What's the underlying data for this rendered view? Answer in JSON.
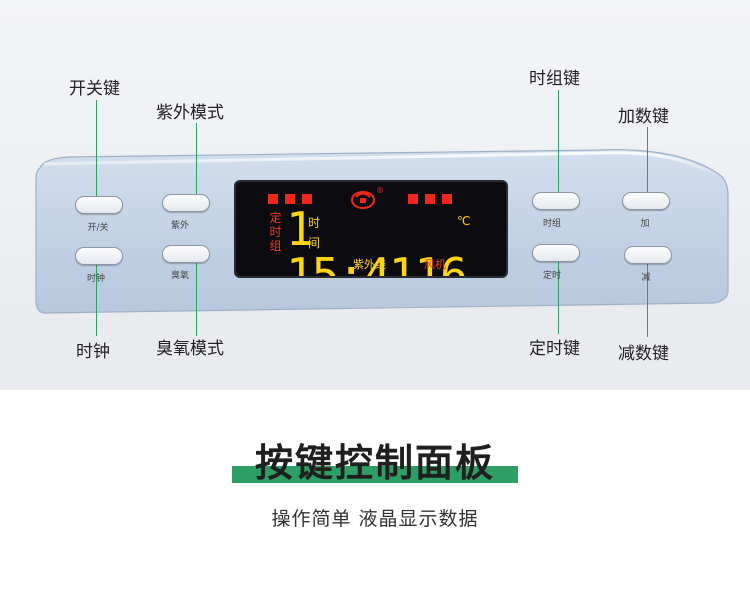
{
  "callouts": {
    "power_key": "开关键",
    "uv_mode": "紫外模式",
    "clock": "时钟",
    "ozone_mode": "臭氧模式",
    "time_group_key": "时组键",
    "plus_key": "加数键",
    "timer_key": "定时键",
    "minus_key": "减数键"
  },
  "buttons": {
    "power": "开/关",
    "uv": "紫外",
    "clock": "时钟",
    "ozone": "臭氧",
    "time_group": "时组",
    "plus": "加",
    "timer": "定时",
    "minus": "减"
  },
  "display": {
    "timer_v": [
      "定",
      "时",
      "组"
    ],
    "time_v": [
      "时",
      "间"
    ],
    "digits": "1 15:4116",
    "unit": "℃",
    "uv_label": "紫外线",
    "fan_label": "风机",
    "logo_mark": "®"
  },
  "colors": {
    "accent_green": "#2f9e64",
    "lcd_red": "#f1261e",
    "lcd_yellow": "#ffd515",
    "panel_blue": "#c5d4e6"
  },
  "heading": {
    "title": "按键控制面板",
    "subtitle": "操作简单 液晶显示数据"
  }
}
